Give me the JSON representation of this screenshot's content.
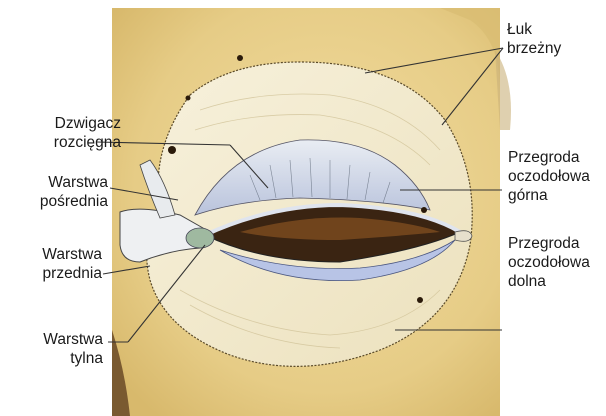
{
  "labels": {
    "luk_brzezny": [
      "Łuk",
      "brzeżny"
    ],
    "dzwigacz": [
      "Dzwigacz",
      "rozcięgna"
    ],
    "warstwa_posrednia": [
      "Warstwa",
      "pośrednia"
    ],
    "warstwa_przednia": [
      "Warstwa",
      "przednia"
    ],
    "warstwa_tylna": [
      "Warstwa",
      "tylna"
    ],
    "przegroda_gorna": [
      "Przegroda",
      "oczodołowa",
      "górna"
    ],
    "przegroda_dolna": [
      "Przegroda",
      "oczodołowa",
      "dolna"
    ]
  },
  "colors": {
    "background_skin": "#ead28f",
    "septum": "#f4edd2",
    "eye_opening": "#3a2412",
    "conjunctiva_blue": "#b8c4e6",
    "leader": "#333333"
  }
}
